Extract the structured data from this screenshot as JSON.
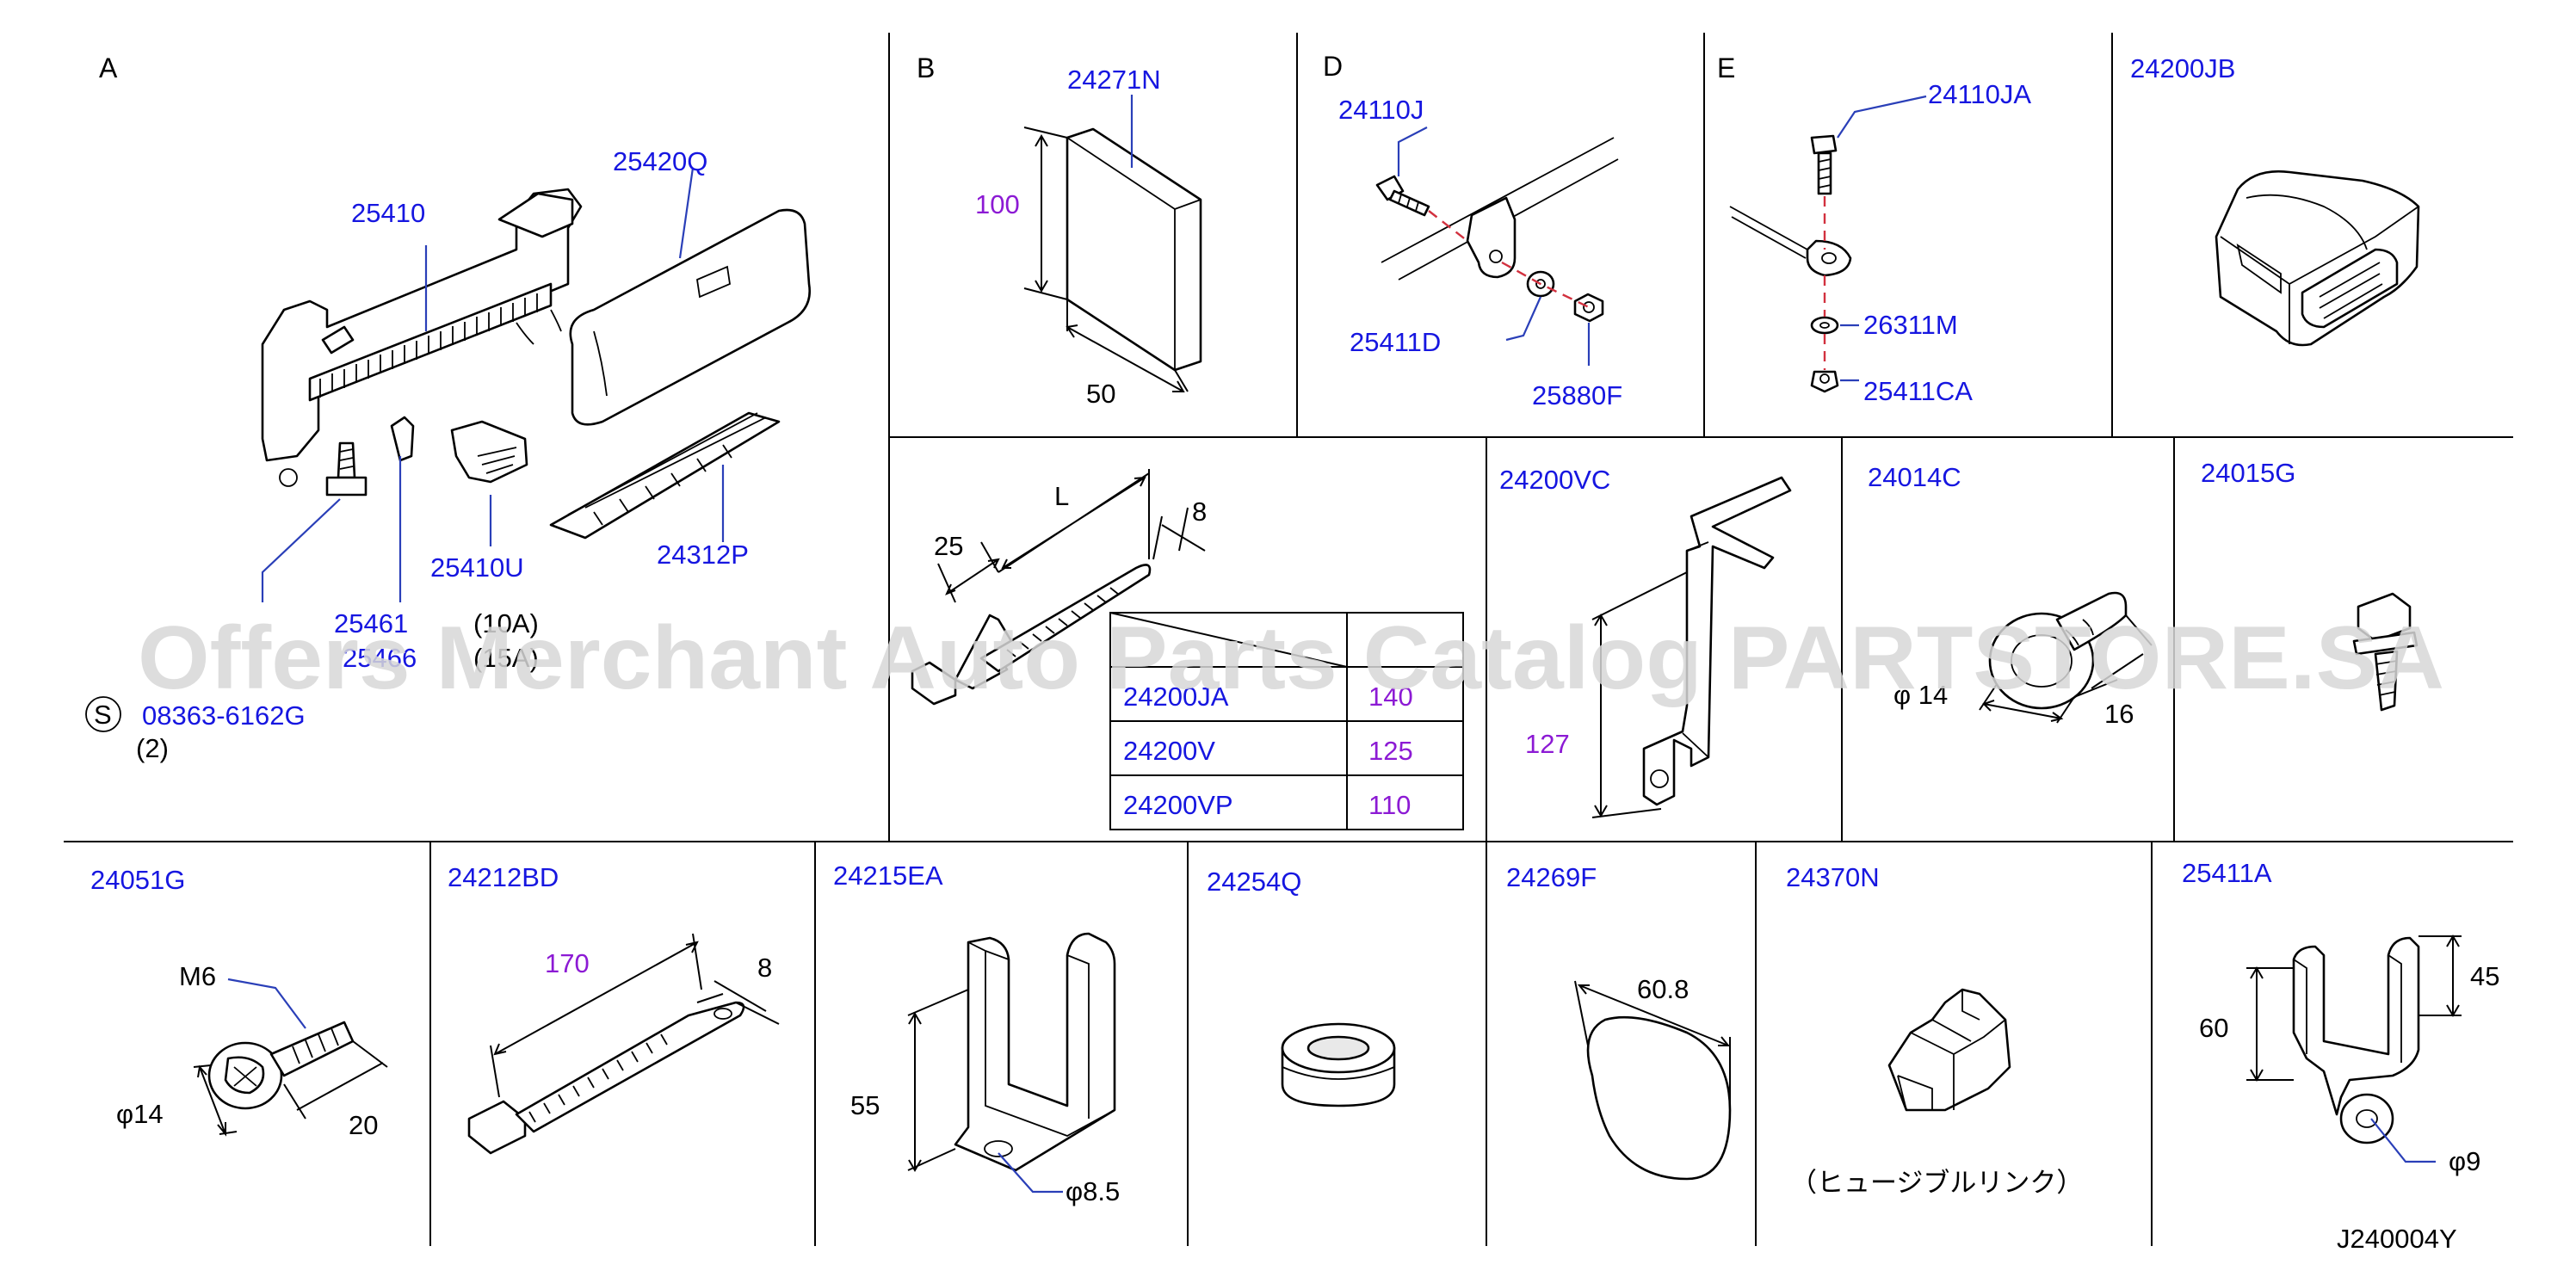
{
  "watermark": "Offers Merchant Auto Parts Catalog PARTSTORE.SA",
  "figure_id": "J240004Y",
  "sections": {
    "A": {
      "letter": "A",
      "parts": [
        "25410",
        "25420Q",
        "25410U",
        "24312P",
        "25461",
        "25466",
        "08363-6162G"
      ],
      "qty_1": "(10A)",
      "qty_2": "(15A)",
      "service_symbol": "S",
      "qty_3": "(2)"
    },
    "B": {
      "letter": "B",
      "part": "24271N",
      "dim_height": "100",
      "dim_width": "50"
    },
    "D": {
      "letter": "D",
      "parts": [
        "24110J",
        "25411D",
        "25880F"
      ]
    },
    "E": {
      "letter": "E",
      "parts": [
        "24110JA",
        "26311M",
        "25411CA"
      ]
    },
    "JB": {
      "part": "24200JB"
    },
    "clip": {
      "dim_L": "L",
      "dim_25": "25",
      "dim_8": "8",
      "table": [
        {
          "part": "24200JA",
          "length": "140"
        },
        {
          "part": "24200V",
          "length": "125"
        },
        {
          "part": "24200VP",
          "length": "110"
        }
      ]
    },
    "VC": {
      "part": "24200VC",
      "dim": "127"
    },
    "C14": {
      "part": "24014C",
      "dia": "φ 14",
      "len": "16"
    },
    "G15": {
      "part": "24015G"
    },
    "G51": {
      "part": "24051G",
      "thread": "M6",
      "dia": "φ14",
      "len": "20"
    },
    "BD": {
      "part": "24212BD",
      "len": "170",
      "width": "8"
    },
    "EA": {
      "part": "24215EA",
      "height": "55",
      "hole": "φ8.5"
    },
    "Q54": {
      "part": "24254Q"
    },
    "F69": {
      "part": "24269F",
      "dia": "60.8"
    },
    "N70": {
      "part": "24370N",
      "note": "（ヒュージブルリンク）"
    },
    "A11": {
      "part": "25411A",
      "h1": "60",
      "h2": "45",
      "hole": "φ9"
    }
  }
}
